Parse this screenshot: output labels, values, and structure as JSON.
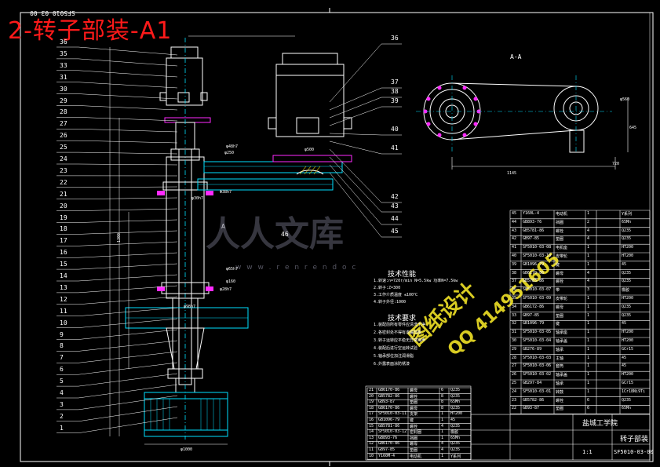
{
  "drawing": {
    "title": "2-转子部装-A1",
    "top_code": "SF5010-03-00",
    "section_label": "A-A",
    "arrow_label": "A",
    "watermark_main": "人人文库",
    "watermark_url": "w w w . r e n r e n d o c",
    "watermark_design": "图纸设计",
    "watermark_qq": "QQ 414951605",
    "tech_title_1": "技术性能",
    "tech_title_2": "技术要求",
    "tech_lines_1": [
      "1.转速:n=720r/min  N=5.5kw  功率N=7.5kw",
      "2.转子:Z=300",
      "3.工作介质温度 ≤100℃",
      "4.转子外径:1000"
    ],
    "tech_lines_2": [
      "1.装配前所有零件应清洗干净",
      "2.各密封处不得有渗漏现象",
      "3.转子运转应平稳无异常噪声",
      "4.装配后进行空运转试验",
      "5.轴承部位加注润滑脂",
      "6.外露表面涂防锈漆"
    ],
    "dims": [
      "1145",
      "720",
      "645",
      "1300",
      "φ560",
      "φ500",
      "φ250",
      "φ160",
      "φ30h7",
      "Φ38h7",
      "φ28h7",
      "φ48h7",
      "φ65h7",
      "φ98h7",
      "φ1000"
    ],
    "part_numbers_left": [
      "36",
      "35",
      "33",
      "31",
      "30",
      "29",
      "28",
      "27",
      "26",
      "25",
      "24",
      "23",
      "22",
      "21",
      "20",
      "19",
      "18",
      "17",
      "16",
      "15",
      "14",
      "13",
      "12",
      "11",
      "10",
      "9",
      "8",
      "7",
      "6",
      "5",
      "4",
      "3",
      "2",
      "1"
    ],
    "part_numbers_right": [
      "36",
      "37",
      "38",
      "39",
      "40",
      "41",
      "42",
      "43",
      "44",
      "45"
    ],
    "part_number_mid": "46",
    "title_block": {
      "school": "盐城工学院",
      "drawing_name": "转子部装",
      "drawing_code": "SF5010-03-00",
      "scale": "1:1"
    },
    "bom_right": [
      [
        "45",
        "Y160L-4",
        "电动机",
        "1",
        "Y系列"
      ],
      [
        "44",
        "GB893-76",
        "挡圈",
        "2",
        "65Mn"
      ],
      [
        "43",
        "GB5781-86",
        "螺栓",
        "4",
        "Q235"
      ],
      [
        "42",
        "GB97-85",
        "垫圈",
        "4",
        "Q235"
      ],
      [
        "41",
        "SF5010-03-08",
        "电机座",
        "1",
        "HT200"
      ],
      [
        "40",
        "SF5010-03-10",
        "皮带轮",
        "1",
        "HT200"
      ],
      [
        "39",
        "GB1096-79",
        "键",
        "1",
        "45"
      ],
      [
        "38",
        "GB6170-86",
        "螺母",
        "4",
        "Q235"
      ],
      [
        "37",
        "GB5783-86",
        "螺栓",
        "4",
        "Q235"
      ],
      [
        "36",
        "SF5010-03-07",
        "带",
        "3",
        "橡胶"
      ],
      [
        "35",
        "SF5010-03-09",
        "皮带轮",
        "1",
        "HT200"
      ],
      [
        "34",
        "GB6172-86",
        "螺母",
        "1",
        "Q235"
      ],
      [
        "33",
        "GB97-85",
        "垫圈",
        "1",
        "Q235"
      ],
      [
        "32",
        "GB1096-79",
        "键",
        "1",
        "45"
      ],
      [
        "31",
        "SF5010-03-05",
        "轴承座",
        "1",
        "HT200"
      ],
      [
        "30",
        "SF5010-03-04",
        "轴承盖",
        "1",
        "HT200"
      ],
      [
        "29",
        "GB276-89",
        "轴承",
        "1",
        "GCr15"
      ],
      [
        "28",
        "SF5010-03-03",
        "主轴",
        "1",
        "45"
      ],
      [
        "27",
        "SF5010-03-06",
        "套筒",
        "1",
        "45"
      ],
      [
        "26",
        "SF5010-03-02",
        "轴承盖",
        "1",
        "HT200"
      ],
      [
        "25",
        "GB297-84",
        "轴承",
        "1",
        "GCr15"
      ],
      [
        "24",
        "SF5010-03-01",
        "转鼓",
        "1",
        "1Cr18Ni9Ti"
      ],
      [
        "23",
        "GB5782-86",
        "螺栓",
        "6",
        "Q235"
      ],
      [
        "22",
        "GB93-87",
        "垫圈",
        "6",
        "65Mn"
      ]
    ],
    "bom_left": [
      [
        "21",
        "GB6170-86",
        "螺母",
        "6",
        "Q235"
      ],
      [
        "20",
        "GB5782-86",
        "螺栓",
        "8",
        "Q235"
      ],
      [
        "19",
        "GB93-87",
        "垫圈",
        "8",
        "65Mn"
      ],
      [
        "18",
        "GB6170-86",
        "螺母",
        "8",
        "Q235"
      ],
      [
        "17",
        "SF5010-03-11",
        "支架",
        "1",
        "HT200"
      ],
      [
        "16",
        "GB1096-79",
        "键",
        "1",
        "45"
      ],
      [
        "15",
        "GB5781-86",
        "螺栓",
        "4",
        "Q235"
      ],
      [
        "14",
        "SF5010-03-12",
        "密封圈",
        "1",
        "橡胶"
      ],
      [
        "13",
        "GB893-76",
        "挡圈",
        "1",
        "65Mn"
      ],
      [
        "12",
        "GB6170-86",
        "螺母",
        "4",
        "Q235"
      ],
      [
        "11",
        "GB97-85",
        "垫圈",
        "4",
        "Q235"
      ],
      [
        "10",
        "Y160M-4",
        "电动机",
        "1",
        "Y系列"
      ]
    ]
  }
}
